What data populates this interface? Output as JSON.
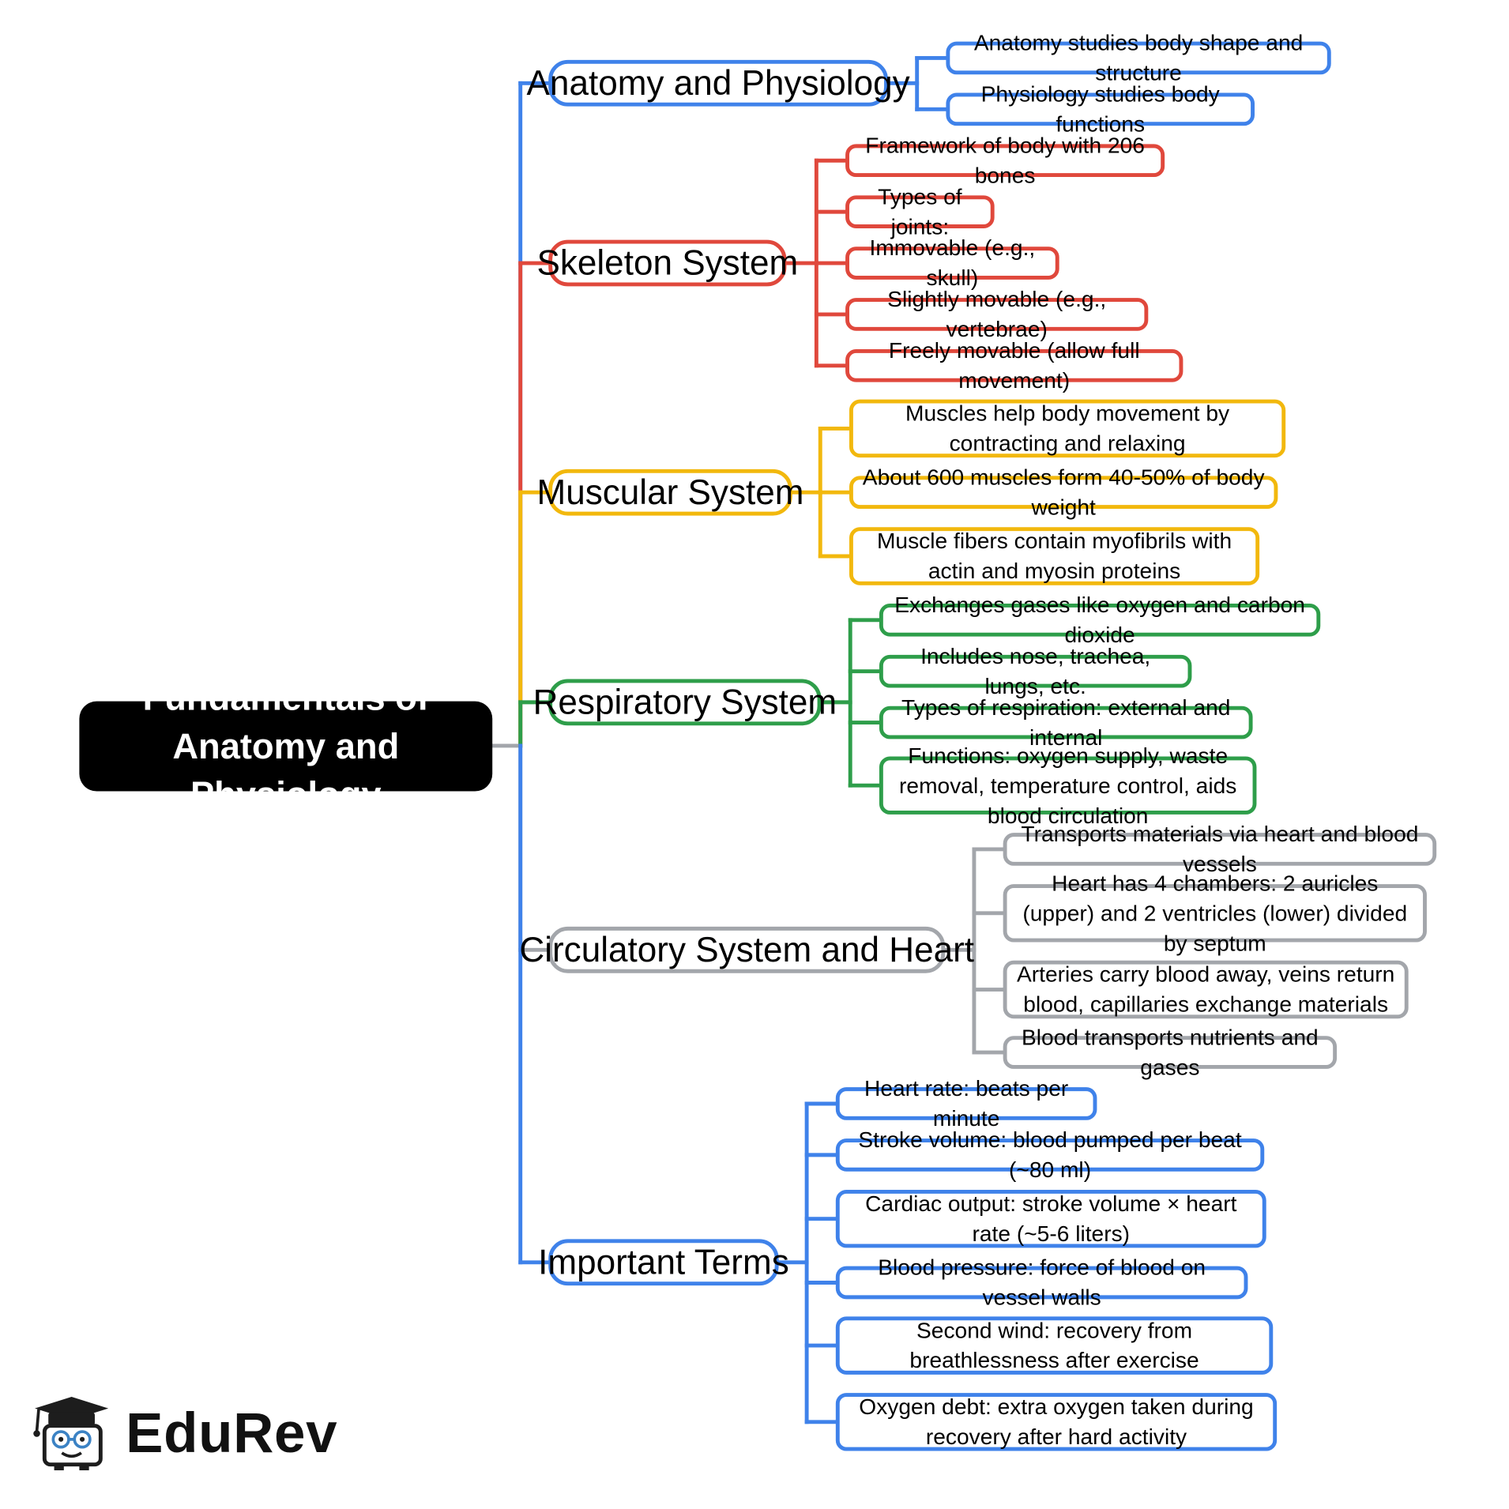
{
  "title": "Fundamentals of Anatomy and Physiology",
  "colors": {
    "root_bg": "#000000",
    "root_text": "#ffffff",
    "blue": "#3f82ea",
    "red": "#e0483c",
    "yellow": "#f2b80d",
    "green": "#2e9e4a",
    "gray": "#a3a6ab"
  },
  "branches": [
    {
      "label": "Anatomy and Physiology",
      "color": "#3f82ea",
      "items": [
        "Anatomy studies body shape and structure",
        "Physiology studies body functions"
      ]
    },
    {
      "label": "Skeleton System",
      "color": "#e0483c",
      "items": [
        "Framework of body with 206 bones",
        "Types of joints:",
        "Immovable (e.g., skull)",
        "Slightly movable (e.g., vertebrae)",
        "Freely movable (allow full movement)"
      ]
    },
    {
      "label": "Muscular System",
      "color": "#f2b80d",
      "items": [
        "Muscles help body movement by contracting and relaxing",
        "About 600 muscles form 40-50% of body weight",
        "Muscle fibers contain myofibrils with actin and myosin proteins"
      ]
    },
    {
      "label": "Respiratory System",
      "color": "#2e9e4a",
      "items": [
        "Exchanges gases like oxygen and carbon dioxide",
        "Includes nose, trachea, lungs, etc.",
        "Types of respiration: external and internal",
        "Functions: oxygen supply, waste removal, temperature control, aids blood circulation"
      ]
    },
    {
      "label": "Circulatory System and Heart",
      "color": "#a3a6ab",
      "items": [
        "Transports materials via heart and blood vessels",
        "Heart has 4 chambers: 2 auricles (upper) and 2 ventricles (lower) divided by septum",
        "Arteries carry blood away, veins return blood, capillaries exchange materials",
        "Blood transports nutrients and gases"
      ]
    },
    {
      "label": "Important Terms",
      "color": "#3f82ea",
      "items": [
        "Heart rate: beats per minute",
        "Stroke volume: blood pumped per beat (~80 ml)",
        "Cardiac output: stroke volume × heart rate (~5-6 liters)",
        "Blood pressure: force of blood on vessel walls",
        "Second wind: recovery from breathlessness after exercise",
        "Oxygen debt: extra oxygen taken during recovery after hard activity"
      ]
    }
  ],
  "logo": {
    "text": "EduRev",
    "icon": "graduate-mascot-icon"
  }
}
